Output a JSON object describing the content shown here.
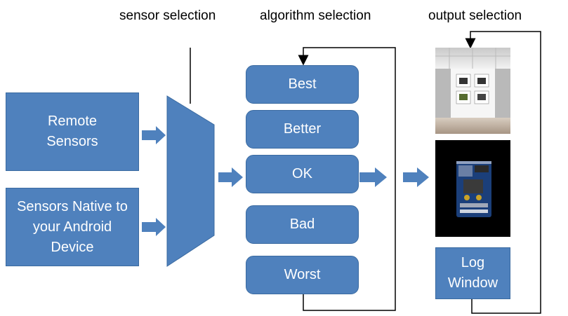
{
  "headers": {
    "sensor": "sensor selection",
    "algorithm": "algorithm selection",
    "output": "output selection"
  },
  "inputs": {
    "remote": "Remote\nSensors",
    "native": "Sensors Native to\nyour Android\nDevice"
  },
  "algorithms": [
    "Best",
    "Better",
    "OK",
    "Bad",
    "Worst"
  ],
  "outputs": {
    "log": "Log\nWindow"
  },
  "colors": {
    "box_fill": "#4f81bd",
    "box_border": "#3a6aa0",
    "arrow_fill": "#4f81bd"
  }
}
